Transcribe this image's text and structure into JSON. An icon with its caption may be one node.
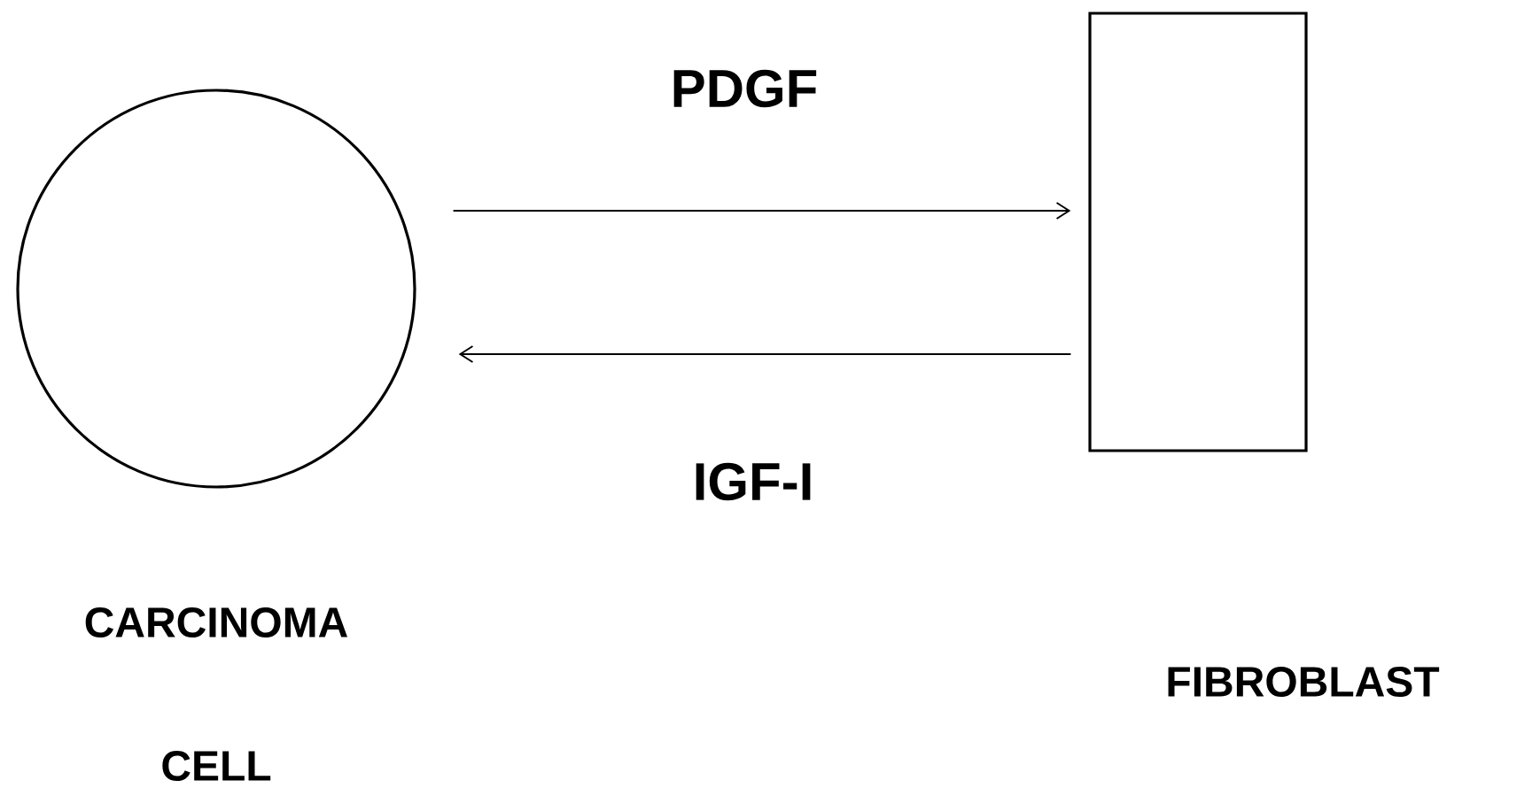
{
  "diagram": {
    "nodes": [
      {
        "text": [],
        "shape": "circle",
        "beside": [
          "CARCINOMA CELL"
        ]
      },
      {
        "text": [],
        "shape": "box"
      }
    ],
    "labels": [
      "FIBROBLAST"
    ],
    "edges": [
      {
        "from": 0,
        "to": 1,
        "arrow": "to",
        "label": "PDGF"
      },
      {
        "from": 1,
        "to": 0,
        "arrow": "to",
        "label": "IGF-I"
      }
    ]
  }
}
